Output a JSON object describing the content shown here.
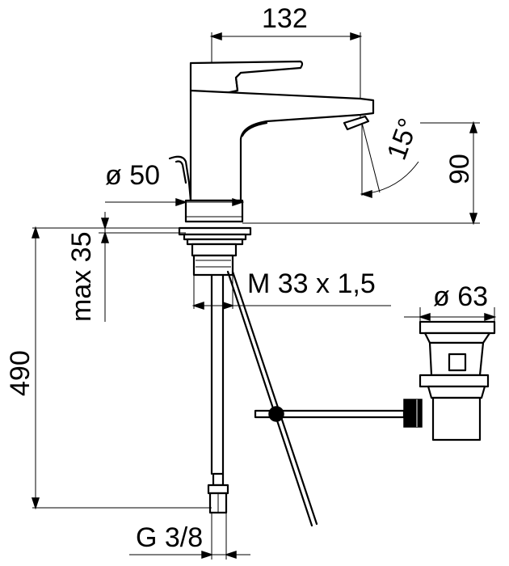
{
  "dimensions": {
    "spout_reach": "132",
    "spout_angle": "15°",
    "spout_height": "90",
    "base_diameter": "ø 50",
    "max_deck_thickness": "max 35",
    "thread": "M 33 x 1,5",
    "waste_diameter": "ø 63",
    "hose_length": "490",
    "connection": "G 3/8"
  }
}
